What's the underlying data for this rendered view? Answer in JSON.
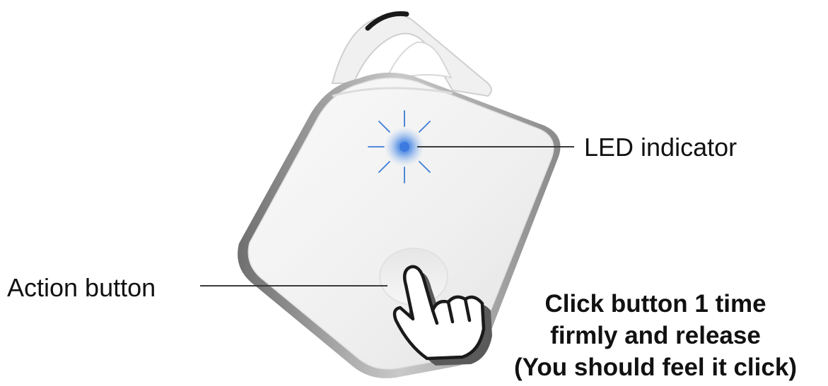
{
  "labels": {
    "led": "LED indicator",
    "action_button": "Action button"
  },
  "instruction": {
    "line1": "Click button 1 time",
    "line2": "firmly and release",
    "line3": "(You should feel it click)"
  },
  "colors": {
    "device_body": "#f4f4f4",
    "device_rim": "#b9b9b9",
    "led_glow": "#3a7bd5",
    "callout_line": "#3a3a3a",
    "text": "#111111"
  },
  "icons": {
    "hand": "pointing-hand-icon",
    "led": "led-glow-icon"
  }
}
